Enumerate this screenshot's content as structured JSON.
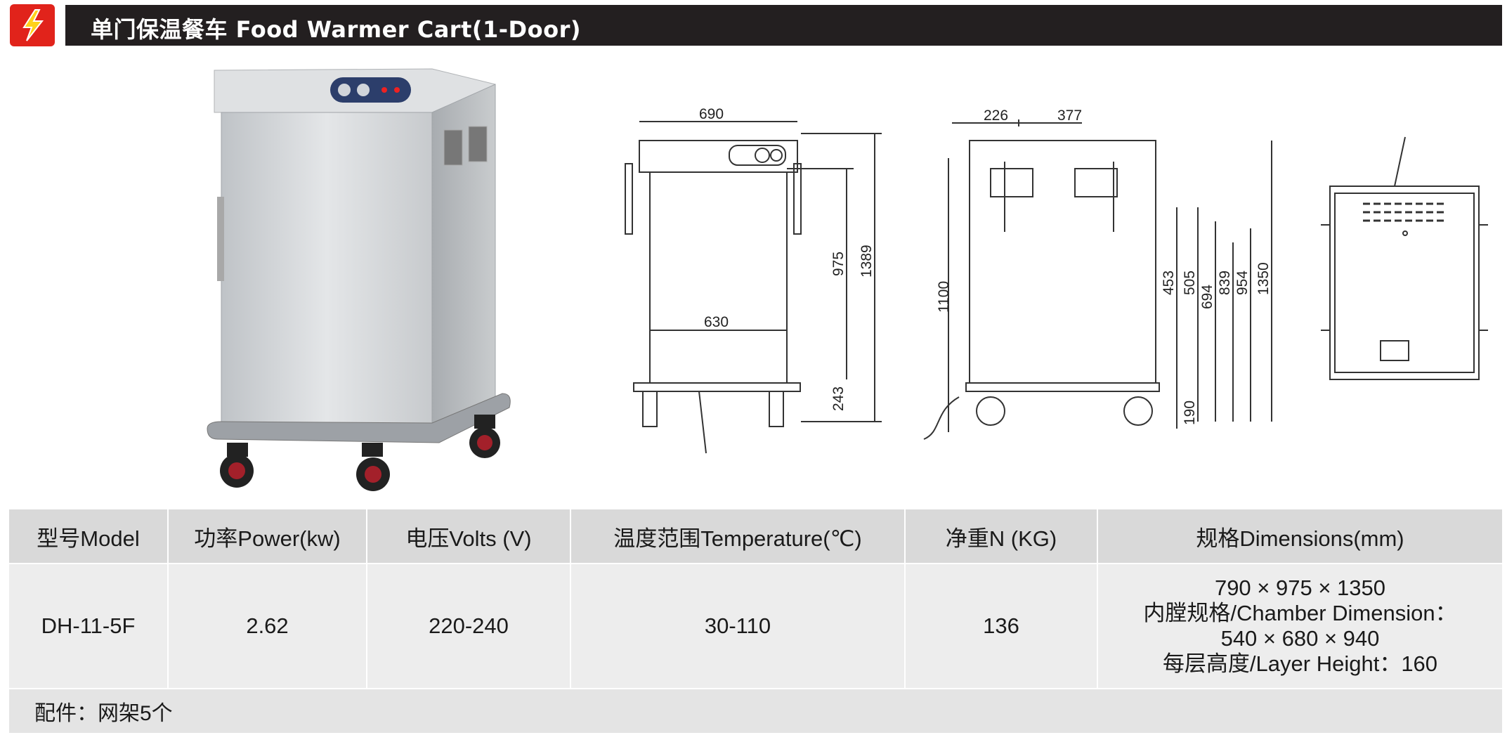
{
  "header": {
    "title": "单门保温餐车 Food Warmer Cart(1-Door)",
    "logo_icon": "lightning-icon",
    "logo_color": "#e1231b",
    "bar_color": "#231f20"
  },
  "drawings": {
    "front": {
      "top_width": "690",
      "inner_width": "630",
      "door_height": "975",
      "total_height": "1389",
      "base_height": "243"
    },
    "side": {
      "offset_a": "226",
      "offset_b": "377",
      "handle_height": "1100",
      "h_453": "453",
      "h_505": "505",
      "h_694": "694",
      "h_839": "839",
      "h_954": "954",
      "total_height": "1350",
      "base": "190"
    }
  },
  "table": {
    "headers": [
      "型号Model",
      "功率Power(kw)",
      "电压Volts (V)",
      "温度范围Temperature(℃)",
      "净重N (KG)",
      "规格Dimensions(mm)"
    ],
    "row": {
      "model": "DH-11-5F",
      "power": "2.62",
      "volts": "220-240",
      "temperature": "30-110",
      "weight": "136",
      "dimensions": [
        "790 × 975 × 1350",
        "内膛规格/Chamber Dimension：",
        "540 × 680 × 940",
        "每层高度/Layer Height：160"
      ]
    },
    "accessories": "配件：网架5个"
  }
}
